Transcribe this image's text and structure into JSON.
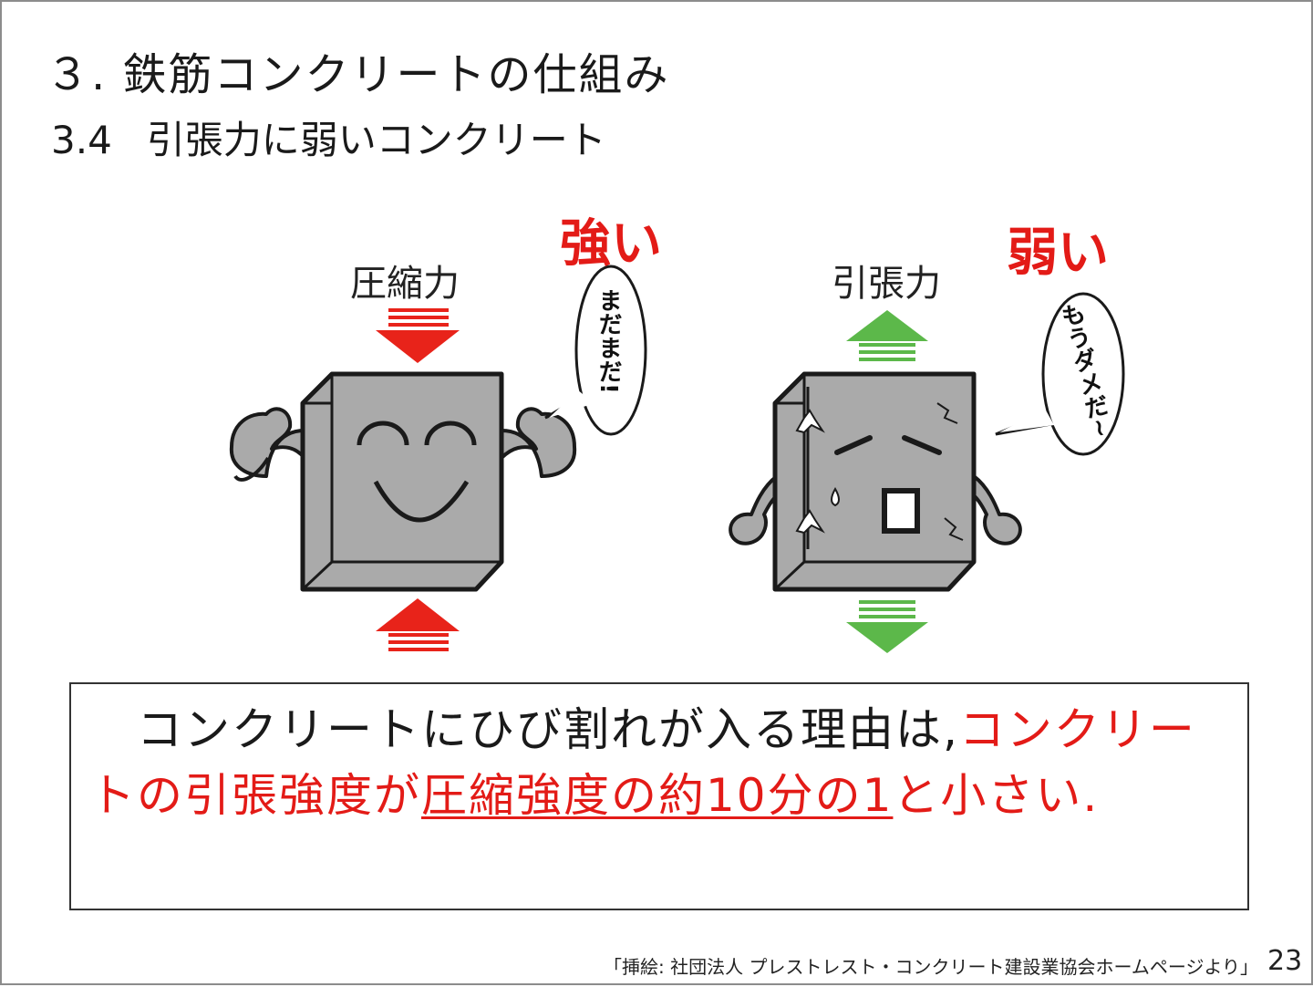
{
  "slide": {
    "title": "３. 鉄筋コンクリートの仕組み",
    "subtitle_num": "3.4",
    "subtitle_text": "引張力に弱いコンクリート"
  },
  "left_figure": {
    "force_label": "圧縮力",
    "verdict": "強い",
    "speech": "まだまだ!",
    "arrow_color": "#e8231a"
  },
  "right_figure": {
    "force_label": "引張力",
    "verdict": "弱い",
    "speech": "もうダメだ~",
    "arrow_color": "#5cb84a"
  },
  "message": {
    "part1": "　コンクリートにひび割れが入る理由は,",
    "part2": "コンクリートの引張強度が",
    "part3": "圧縮強度の約10分の1",
    "part4": "と小さい."
  },
  "footer": {
    "credit": "「挿絵: 社団法人 プレストレスト・コンクリート建設業協会ホームページより」",
    "page_number": "23"
  },
  "colors": {
    "accent_red": "#e31b17",
    "block_gray": "#aaaaaa",
    "outline": "#1a1a1a"
  }
}
